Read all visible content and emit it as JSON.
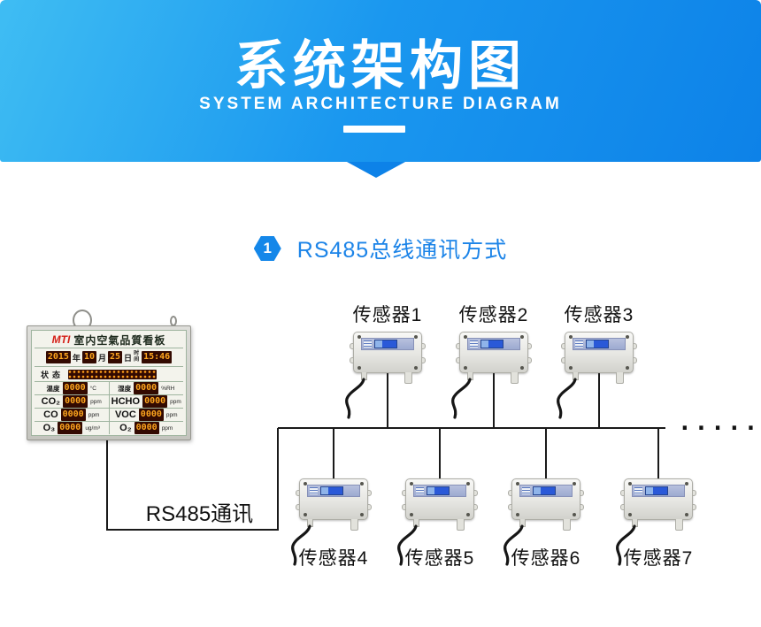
{
  "banner": {
    "title": "系统架构图",
    "subtitle": "SYSTEM ARCHITECTURE DIAGRAM"
  },
  "section": {
    "badge": "1",
    "title": "RS485总线通讯方式"
  },
  "diagram": {
    "bus_label": "RS485通讯",
    "ellipsis": "......",
    "sensors": [
      {
        "label": "传感器1"
      },
      {
        "label": "传感器2"
      },
      {
        "label": "传感器3"
      },
      {
        "label": "传感器4"
      },
      {
        "label": "传感器5"
      },
      {
        "label": "传感器6"
      },
      {
        "label": "传感器7"
      }
    ]
  },
  "board": {
    "logo": "MTI",
    "title": "室内空氣品質看板",
    "date": {
      "year": "2015",
      "year_label": "年",
      "month": "10",
      "month_label": "月",
      "day": "25",
      "day_label": "日",
      "time_label": "时间",
      "time": "15:46"
    },
    "status_label": "状态",
    "rows": [
      {
        "l_label": "温度",
        "l_value": "0000",
        "l_unit": "°C",
        "r_label": "湿度",
        "r_value": "0000",
        "r_unit": "%RH"
      },
      {
        "l_label": "CO₂",
        "l_value": "0000",
        "l_unit": "ppm",
        "r_label": "HCHO",
        "r_value": "0000",
        "r_unit": "ppm"
      },
      {
        "l_label": "CO",
        "l_value": "0000",
        "l_unit": "ppm",
        "r_label": "VOC",
        "r_value": "0000",
        "r_unit": "ppm"
      },
      {
        "l_label": "O₃",
        "l_value": "0000",
        "l_unit": "ug/m³",
        "r_label": "O₂",
        "r_value": "0000",
        "r_unit": "ppm"
      }
    ]
  },
  "colors": {
    "banner_blue": "#0d82e8",
    "accent_blue": "#1c84e8",
    "led_amber": "#ffa61e",
    "wire_black": "#1a1a1a"
  }
}
